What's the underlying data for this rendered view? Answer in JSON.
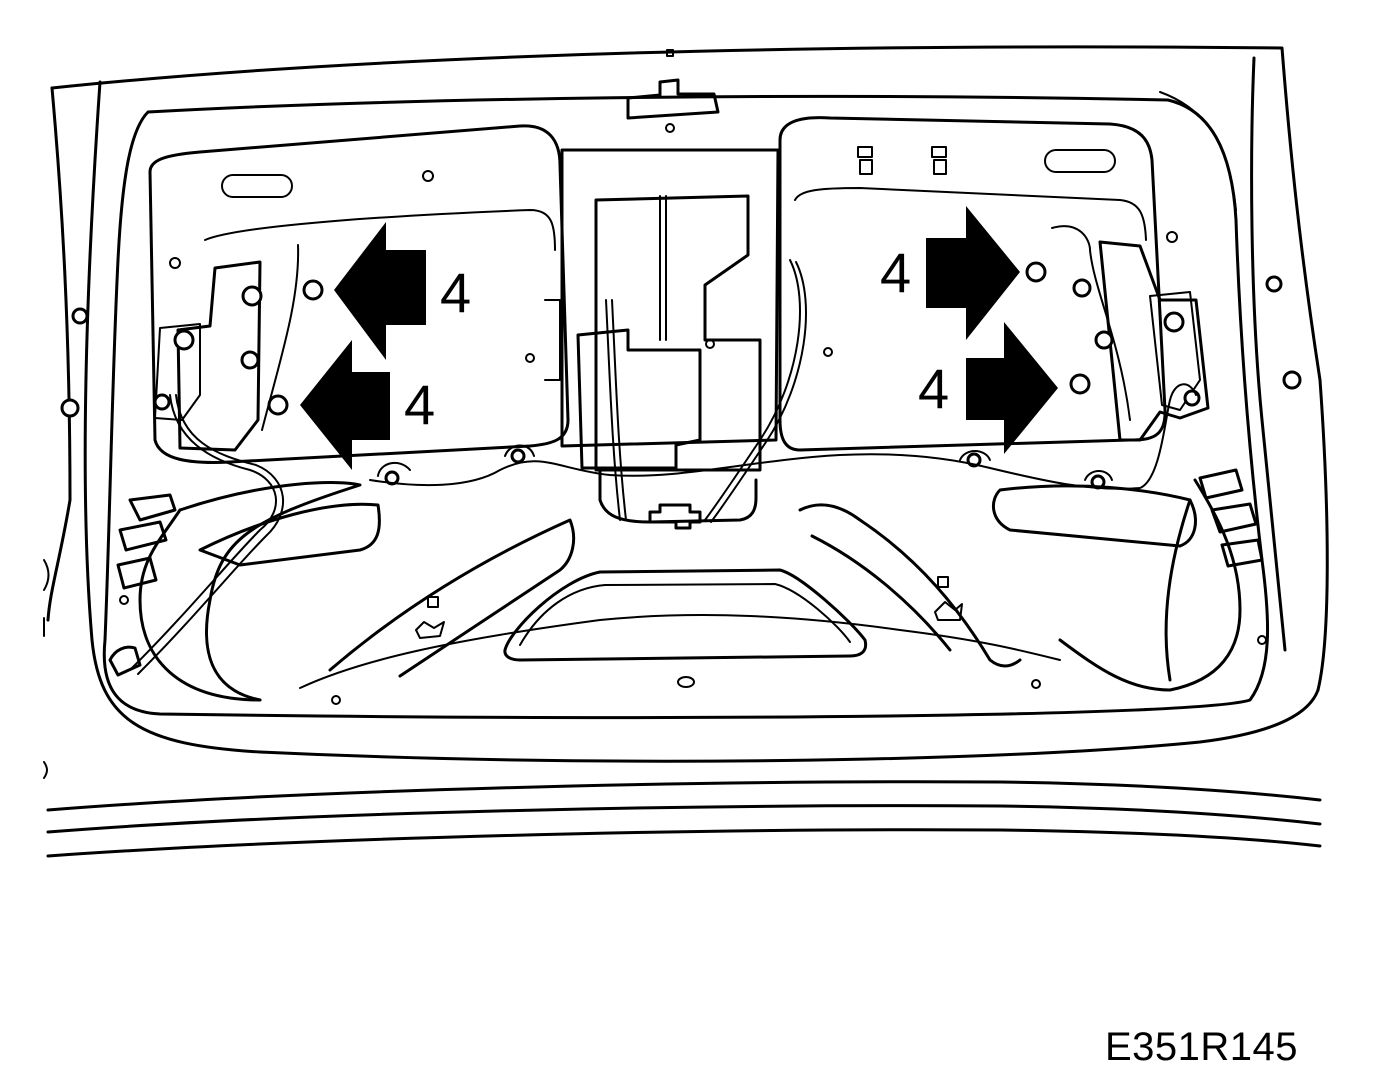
{
  "callouts": {
    "left_upper": "4",
    "left_lower": "4",
    "right_upper": "4",
    "right_lower": "4"
  },
  "figure_code": "E351R145"
}
